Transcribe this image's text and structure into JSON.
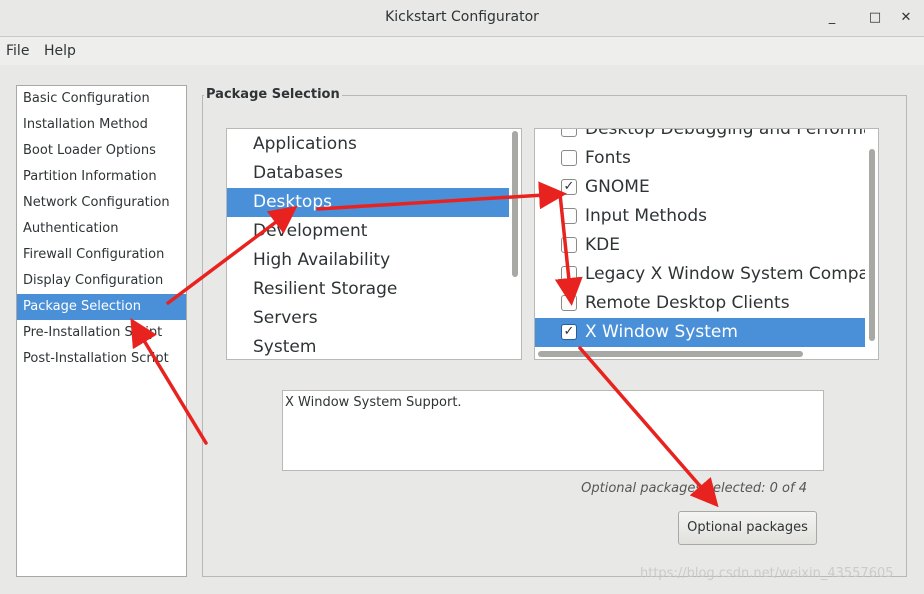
{
  "window": {
    "title": "Kickstart Configurator"
  },
  "window_controls": {
    "minimize": "_",
    "maximize": "□",
    "close": "✕"
  },
  "menu": {
    "items": [
      "File",
      "Help"
    ]
  },
  "sidebar": {
    "items": [
      "Basic Configuration",
      "Installation Method",
      "Boot Loader Options",
      "Partition Information",
      "Network Configuration",
      "Authentication",
      "Firewall Configuration",
      "Display Configuration",
      "Package Selection",
      "Pre-Installation Script",
      "Post-Installation Script"
    ],
    "selected": "Package Selection"
  },
  "package_selection": {
    "frame_label": "Package Selection",
    "categories": [
      "Applications",
      "Databases",
      "Desktops",
      "Development",
      "High Availability",
      "Resilient Storage",
      "Servers",
      "System"
    ],
    "selected_category": "Desktops",
    "groups": [
      {
        "label": "Desktop Debugging and Performan",
        "checked": false
      },
      {
        "label": "Fonts",
        "checked": false
      },
      {
        "label": "GNOME",
        "checked": true
      },
      {
        "label": "Input Methods",
        "checked": false
      },
      {
        "label": "KDE",
        "checked": false
      },
      {
        "label": "Legacy X Window System Compati",
        "checked": false
      },
      {
        "label": "Remote Desktop Clients",
        "checked": false
      },
      {
        "label": "X Window System",
        "checked": true
      }
    ],
    "selected_group": "X Window System",
    "description": "X Window System Support.",
    "status": "Optional packages selected: 0 of 4",
    "optional_button": "Optional packages"
  },
  "watermark": "https://blog.csdn.net/weixin_43557605",
  "colors": {
    "selection": "#4a90d9",
    "annotation_arrow": "#e8231f"
  }
}
